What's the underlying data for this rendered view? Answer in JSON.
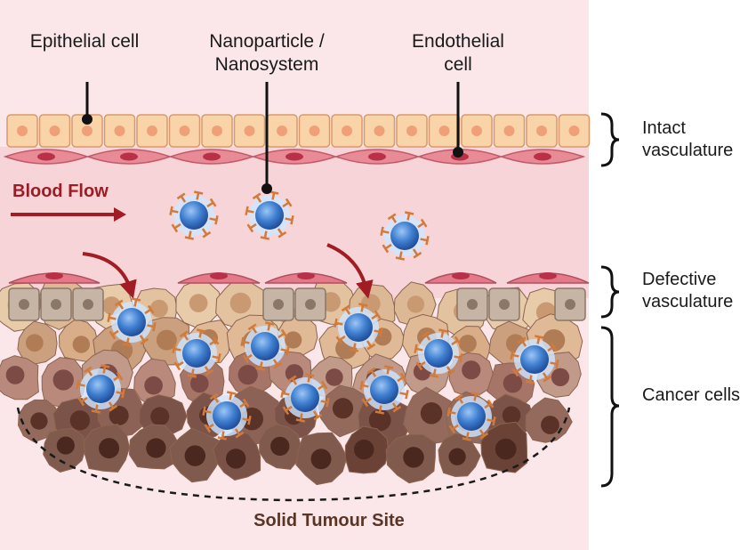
{
  "labels": {
    "epithelial": "Epithelial cell",
    "nanoparticle_line1": "Nanoparticle /",
    "nanoparticle_line2": "Nanosystem",
    "endothelial": "Endothelial cell",
    "blood_flow": "Blood Flow",
    "site": "Solid Tumour Site"
  },
  "brackets": {
    "intact": "Intact vasculature",
    "defective": "Defective vasculature",
    "cancer": "Cancer cells"
  },
  "colors": {
    "background": "#fbe7e9",
    "epithelial": "#f8d4a8",
    "endothelial": "#e98b97",
    "nanoparticle": "#3f7fd0",
    "ligand": "#d07b3b",
    "arrow": "#a11c24",
    "tumour_light": "#e3c2a0",
    "tumour_dark": "#6b4336"
  }
}
